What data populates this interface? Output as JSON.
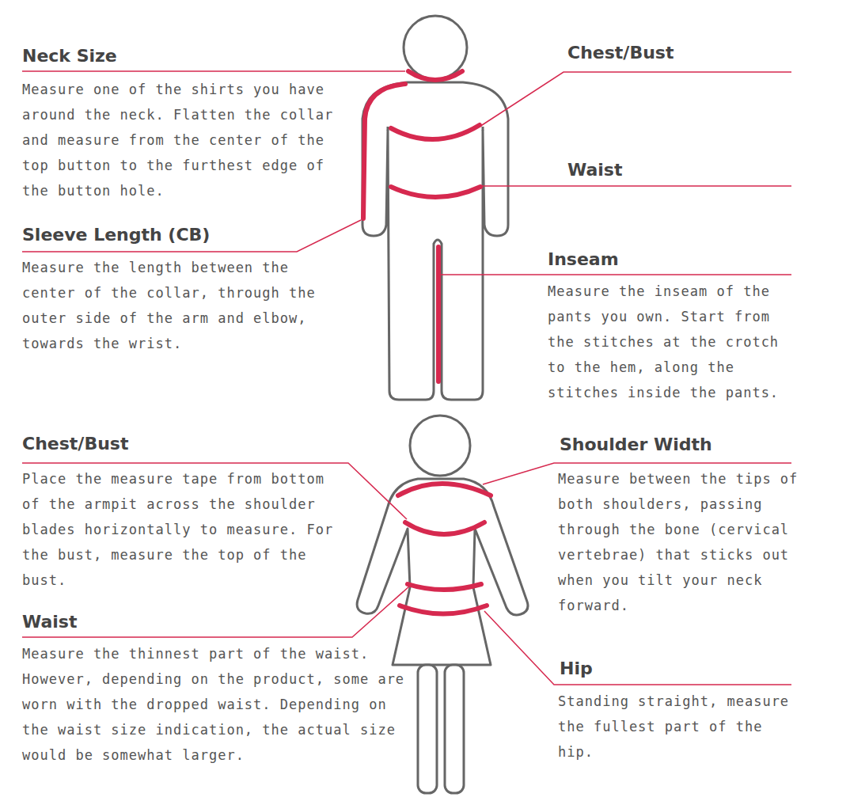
{
  "diagram": {
    "labels": [
      "Neck Size",
      "Measure one of the shirts you have around the neck. Flatten the collar and measure from the center of the top button to the furthest edge of the button hole.",
      "Sleeve Length (CB)",
      "Measure the length between the center of the collar, through the outer side of the arm and elbow, towards the wrist.",
      "Chest/Bust",
      "Waist",
      "Inseam",
      "Measure the inseam of the pants you own. Start from the stitches at the crotch to the hem, along the stitches inside the pants.",
      "Chest/Bust",
      "Place the measure tape from bottom of the armpit across the shoulder blades horizontally to measure. For the bust, measure the top of the bust.",
      "Waist",
      "Measure the thinnest part of the waist. However, depending on the product, some are worn with the dropped waist. Depending on the waist size indication, the actual size would be somewhat larger.",
      "Shoulder Width",
      "Measure between the tips of both shoulders, passing through the bone (cervical vertebrae) that sticks out when you tilt your neck forward.",
      "Hip",
      "Standing straight, measure the fullest part of the hip."
    ]
  }
}
